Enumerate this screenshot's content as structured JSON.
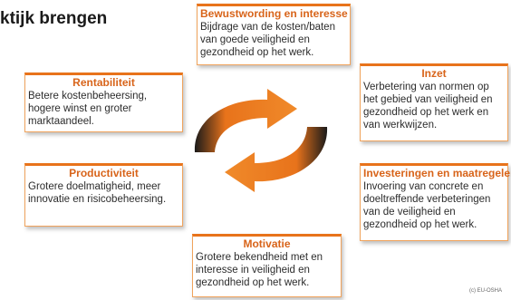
{
  "page_title": "ktijk brengen",
  "cards": {
    "bewustwording": {
      "title": "Bewustwording en interesse",
      "body": "Bijdrage van de kosten/baten van goede veiligheid en gezondheid op het werk."
    },
    "rentabiliteit": {
      "title": "Rentabiliteit",
      "body": "Betere kostenbeheersing, hogere winst en groter marktaandeel."
    },
    "inzet": {
      "title": "Inzet",
      "body": "Verbetering van normen op het gebied van veiligheid en gezondheid op het werk en van werkwijzen."
    },
    "productiviteit": {
      "title": "Productiviteit",
      "body": "Grotere doelmatigheid, meer innovatie en risicobeheersing."
    },
    "investeringen": {
      "title": "Investeringen en maatregelen",
      "body": "Invoering van concrete en doeltreffende verbeteringen van de veiligheid en gezondheid op het werk."
    },
    "motivatie": {
      "title": "Motivatie",
      "body": "Grotere bekendheid met en interesse in veiligheid en gezondheid op het werk."
    }
  },
  "copyright": "(c) EU-OSHA",
  "colors": {
    "accent": "#e8731b",
    "title_text": "#d8641a",
    "arrow_dark": "#1a1a1a"
  }
}
